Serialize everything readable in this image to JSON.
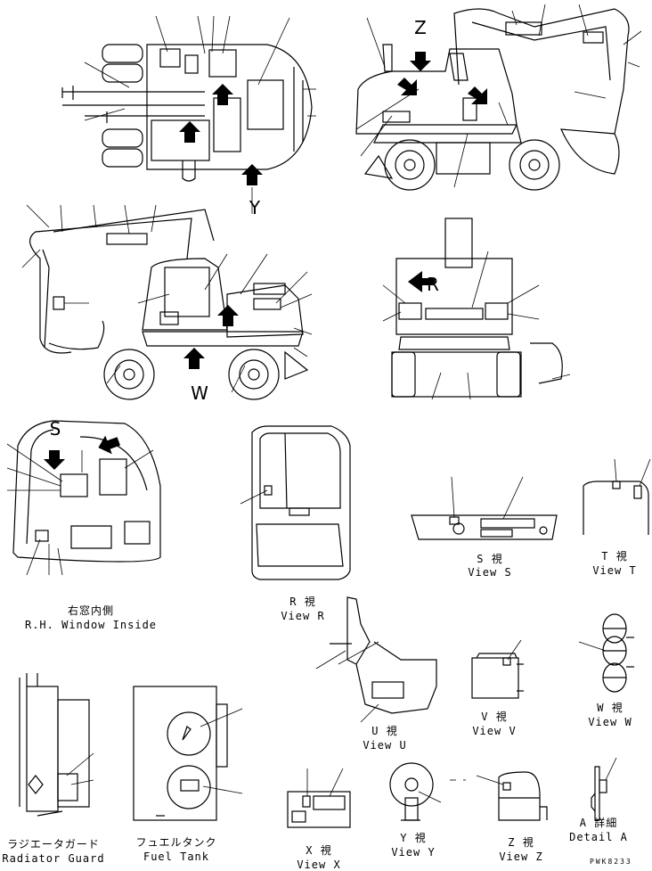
{
  "view_letters": {
    "z": "Z",
    "y": "Y",
    "r": "R",
    "w": "W",
    "s": "S"
  },
  "captions": {
    "window_jp": "右窓内側",
    "window_en": "R.H. Window Inside",
    "view_r_jp": "R 視",
    "view_r_en": "View R",
    "view_s_jp": "S 視",
    "view_s_en": "View S",
    "view_t_jp": "T 視",
    "view_t_en": "View T",
    "view_u_jp": "U 視",
    "view_u_en": "View U",
    "view_v_jp": "V 視",
    "view_v_en": "View V",
    "view_w_jp": "W 視",
    "view_w_en": "View W",
    "radiator_jp": "ラジエータガード",
    "radiator_en": "Radiator Guard",
    "fuel_jp": "フュエルタンク",
    "fuel_en": "Fuel Tank",
    "view_x_jp": "X 視",
    "view_x_en": "View X",
    "view_y_jp": "Y 視",
    "view_y_en": "View Y",
    "view_z_jp": "Z 視",
    "view_z_en": "View Z",
    "detail_a_jp": "A 詳細",
    "detail_a_en": "Detail A"
  },
  "drawing_ref": "PWK8233",
  "colors": {
    "line": "#000000",
    "paper": "#ffffff"
  }
}
